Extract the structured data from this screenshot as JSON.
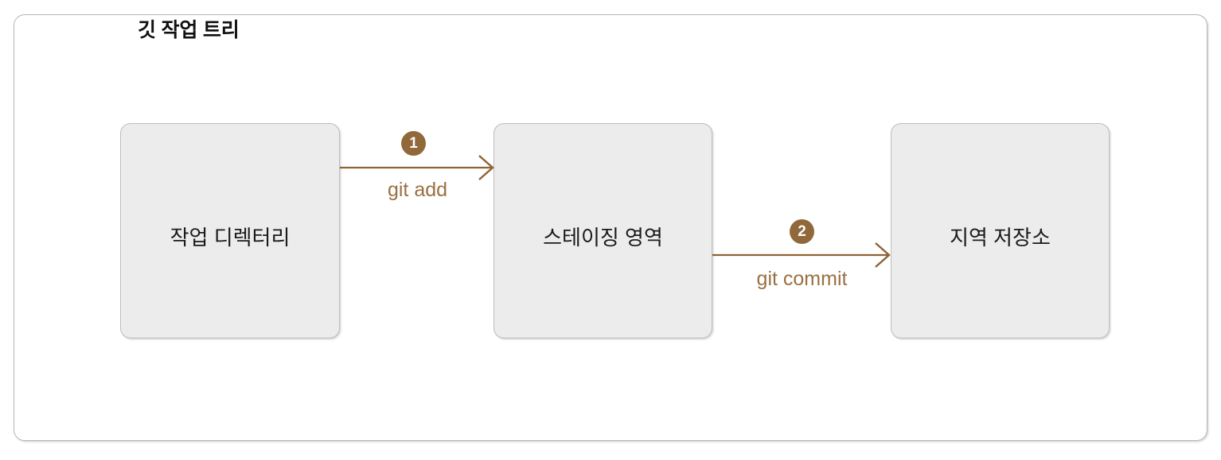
{
  "frame": {
    "title": "깃 작업 트리",
    "border_color": "#b5b5b5"
  },
  "diagram": {
    "type": "flow",
    "accent_color": "#8e6233",
    "badge_color": "#90683a",
    "node_fill": "#ececec",
    "node_border": "#bdbdbd",
    "nodes": [
      {
        "id": "working",
        "label": "작업 디렉터리"
      },
      {
        "id": "staging",
        "label": "스테이징 영역"
      },
      {
        "id": "repo",
        "label": "지역 저장소"
      }
    ],
    "edges": [
      {
        "from": "working",
        "to": "staging",
        "step": "1",
        "label": "git add"
      },
      {
        "from": "staging",
        "to": "repo",
        "step": "2",
        "label": "git commit"
      }
    ]
  }
}
